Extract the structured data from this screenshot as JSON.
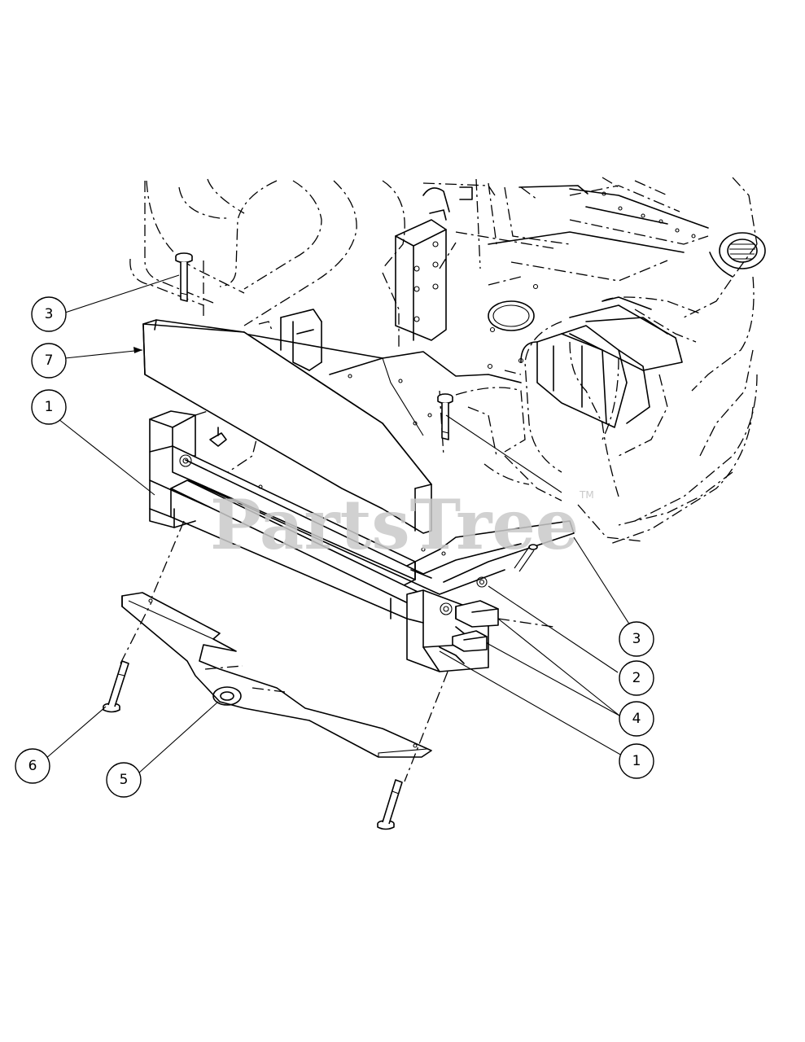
{
  "watermark": {
    "text": "PartsTree",
    "trademark": "TM"
  },
  "callouts": [
    {
      "id": "c1",
      "label": "3"
    },
    {
      "id": "c2",
      "label": "7"
    },
    {
      "id": "c3",
      "label": "1"
    },
    {
      "id": "c4",
      "label": "3"
    },
    {
      "id": "c5",
      "label": "2"
    },
    {
      "id": "c6",
      "label": "4"
    },
    {
      "id": "c7",
      "label": "1"
    },
    {
      "id": "c8",
      "label": "6"
    },
    {
      "id": "c9",
      "label": "5"
    }
  ],
  "colors": {
    "line": "#000000",
    "background": "#ffffff",
    "watermark": "#c9c9c9"
  }
}
